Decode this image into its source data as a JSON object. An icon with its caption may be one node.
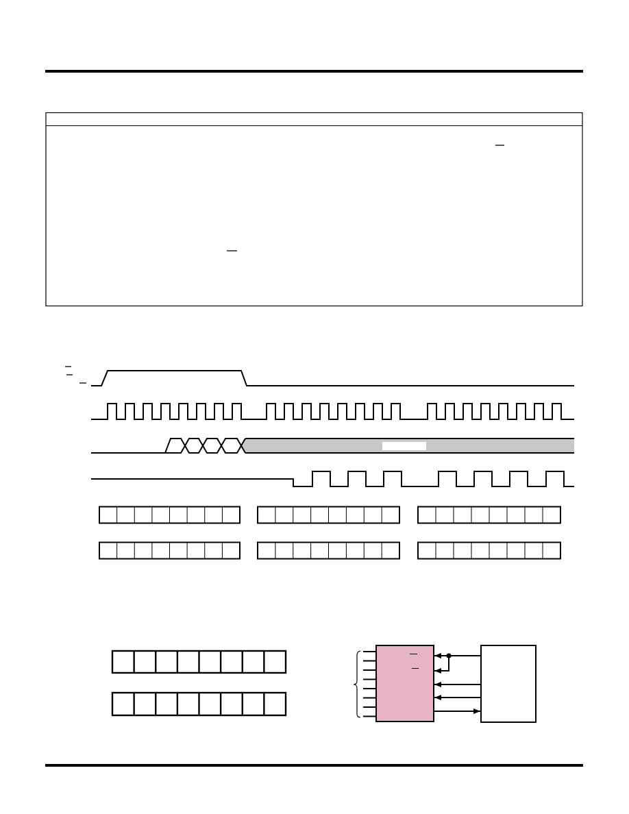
{
  "diagram": {
    "nodes": [
      {
        "text": [],
        "shape": "box"
      },
      {
        "text": [],
        "shape": "box"
      }
    ],
    "edges": [
      {
        "from": 1,
        "to": 0,
        "arrow": "to"
      },
      {
        "from": 1,
        "to": 0,
        "arrow": "to"
      },
      {
        "from": 1,
        "to": 0,
        "arrow": "to"
      },
      {
        "from": 1,
        "to": 0,
        "arrow": "to"
      },
      {
        "from": 0,
        "to": 1,
        "arrow": "to"
      }
    ]
  }
}
